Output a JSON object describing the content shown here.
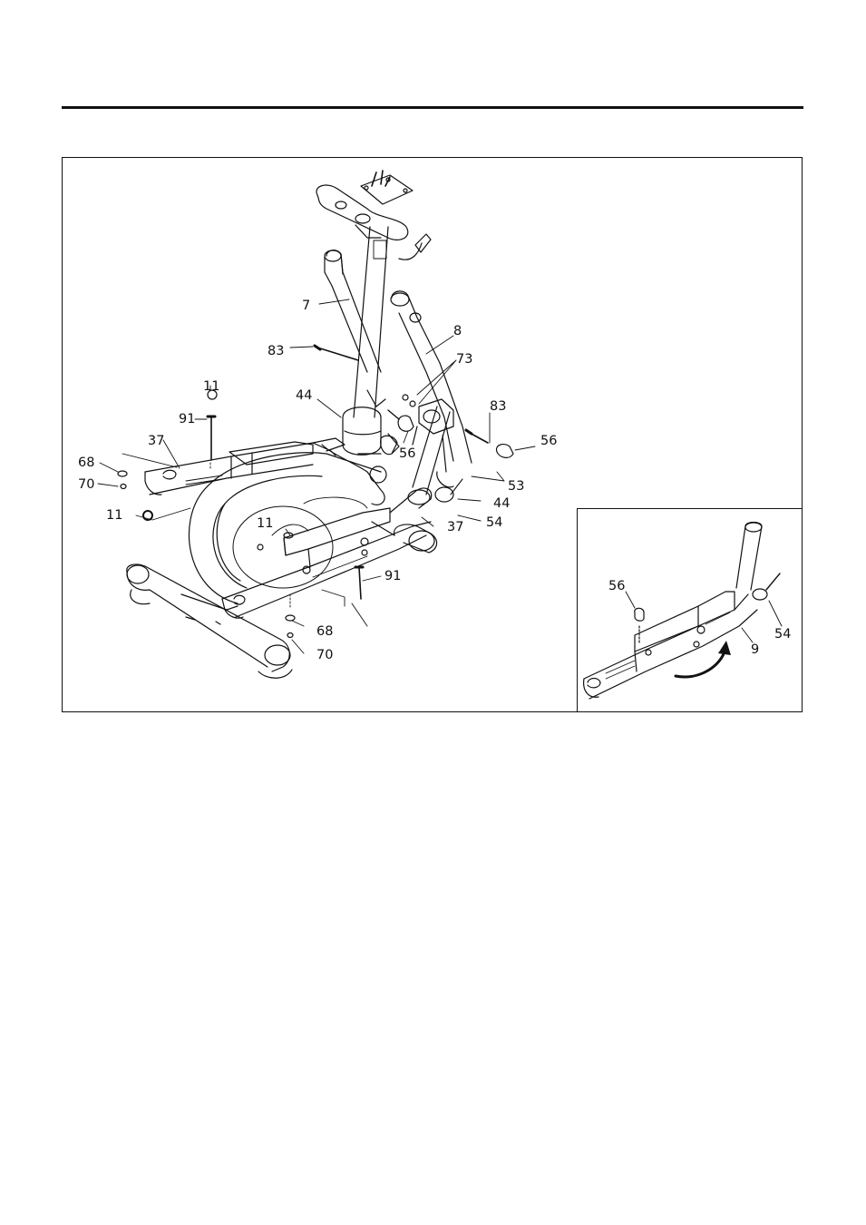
{
  "main_view": {
    "callouts": {
      "p7": "7",
      "p8": "8",
      "p83_left": "83",
      "p73": "73",
      "p83_right": "83",
      "p11_top": "11",
      "p44_left": "44",
      "p91_top": "91",
      "p37_left": "37",
      "p56_center": "56",
      "p56_right": "56",
      "p68_left": "68",
      "p53": "53",
      "p70_left": "70",
      "p44_right": "44",
      "p11_left": "11",
      "p54": "54",
      "p37_right": "37",
      "p11_center": "11",
      "p91_center": "91",
      "p68_center": "68",
      "p70_center": "70"
    }
  },
  "inset_view": {
    "callouts": {
      "p56": "56",
      "p54": "54",
      "p9": "9"
    }
  }
}
